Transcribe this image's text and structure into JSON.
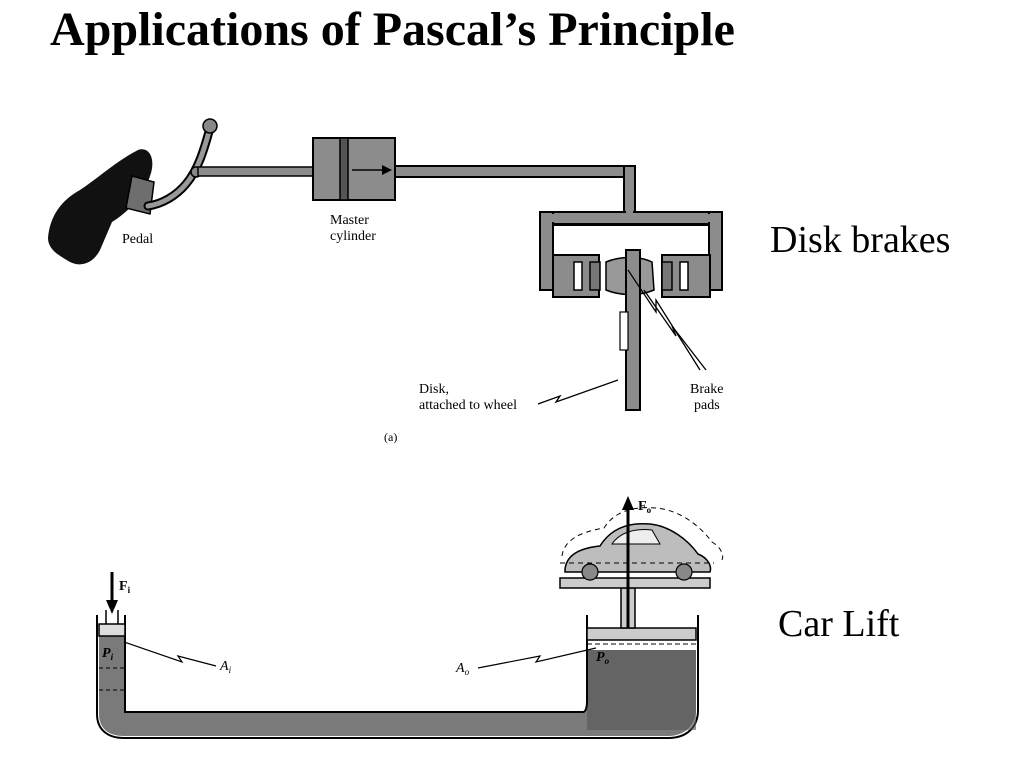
{
  "title": "Applications of Pascal’s Principle",
  "disk_brakes": {
    "heading": "Disk brakes",
    "pedal": "Pedal",
    "master_line1": "Master",
    "master_line2": "cylinder",
    "disk_line1": "Disk,",
    "disk_line2": "attached to wheel",
    "pads_line1": "Brake",
    "pads_line2": "pads",
    "panel": "(a)"
  },
  "car_lift": {
    "heading": "Car Lift",
    "fi_main": "F",
    "fi_sub": "i",
    "fo_main": "F",
    "fo_sub": "o",
    "pi_main": "P",
    "pi_sub": "i",
    "po_main": "P",
    "po_sub": "o",
    "ai_main": "A",
    "ai_sub": "i",
    "ao_main": "A",
    "ao_sub": "o"
  },
  "colors": {
    "fluid": "#8c8c8c",
    "fluid_dark": "#555555",
    "ink": "#000000"
  }
}
